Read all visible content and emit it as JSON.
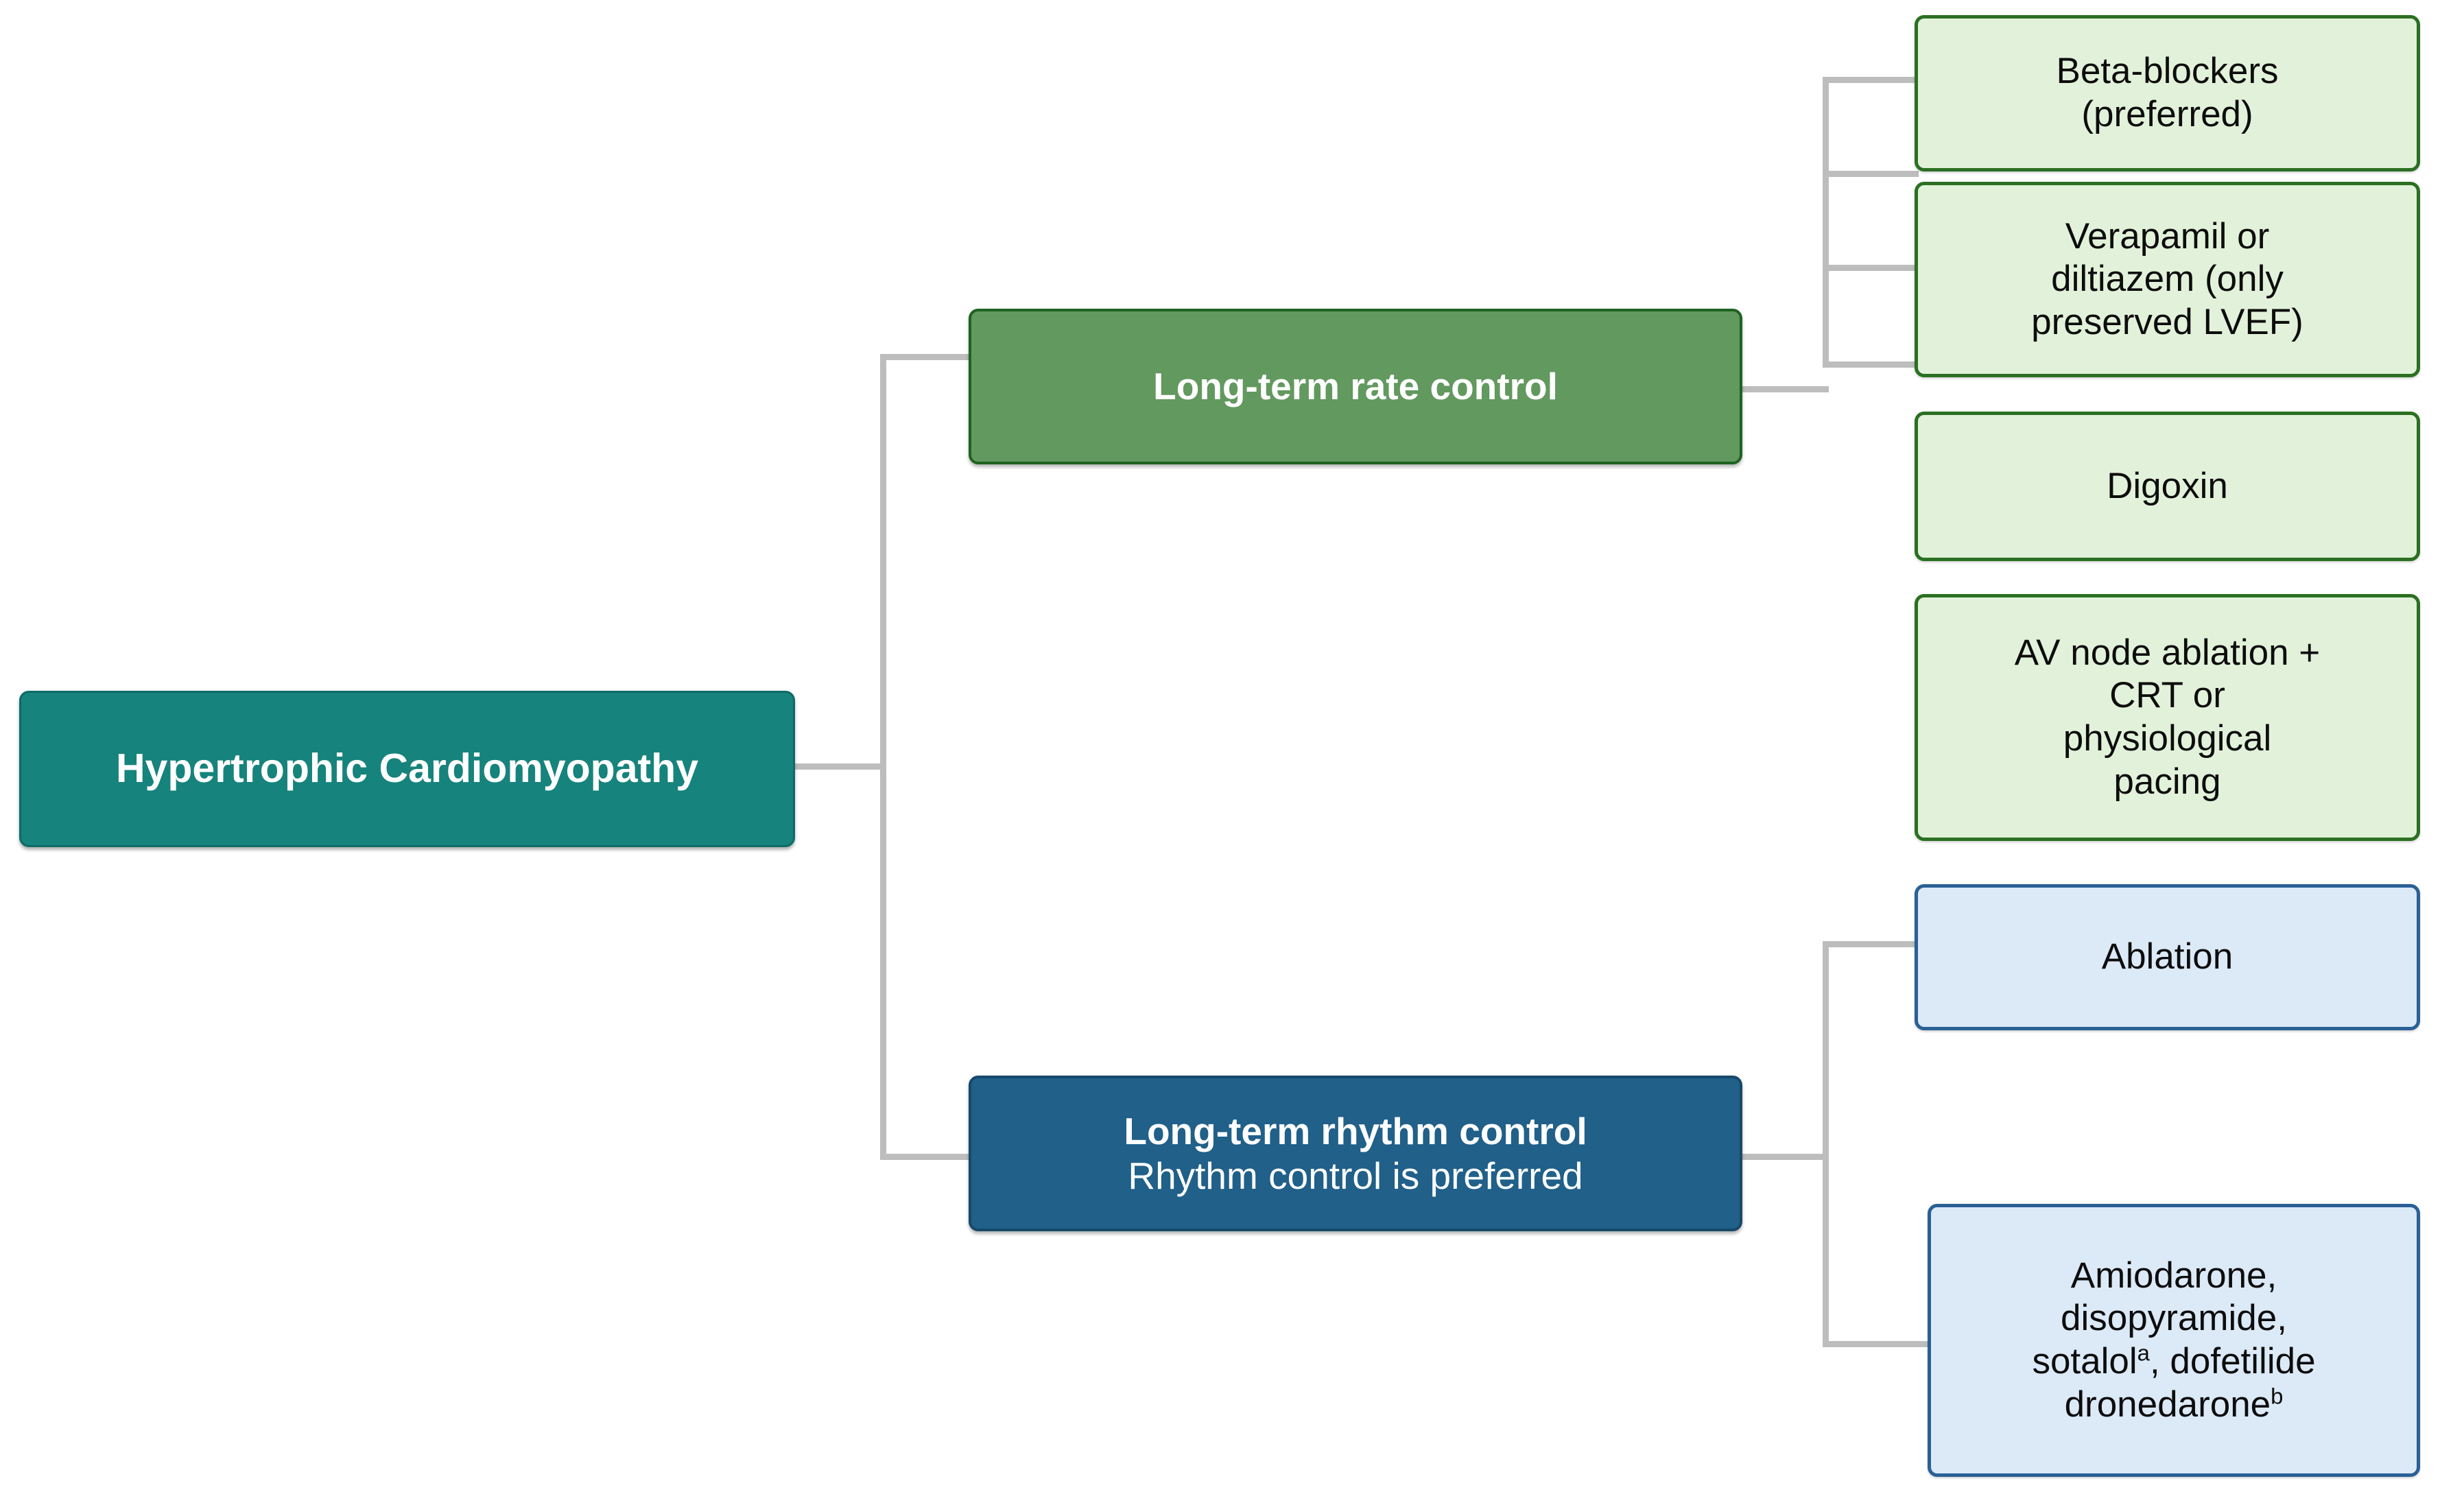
{
  "diagram": {
    "title": "Hypertrophic Cardiomyopathy atrial fibrillation management flowchart",
    "type": "tree-flowchart",
    "colors": {
      "root_fill": "#16837c",
      "root_border": "#0e6b65",
      "branch_green_fill": "#62995f",
      "branch_green_border": "#1f6321",
      "branch_blue_fill": "#206089",
      "branch_blue_border": "#17496b",
      "leaf_green_fill": "#e2f2da",
      "leaf_green_border": "#2b7022",
      "leaf_blue_fill": "#dce9f7",
      "leaf_blue_border": "#2a6096",
      "connector": "#bdbdbd",
      "background": "#ffffff"
    },
    "root": {
      "label": "Hypertrophic Cardiomyopathy"
    },
    "branches": [
      {
        "id": "rate-control",
        "label": "Long-term rate control",
        "sublabel": "",
        "style": "green",
        "children": [
          {
            "id": "beta-blockers",
            "label": "Beta-blockers\n(preferred)"
          },
          {
            "id": "verapamil-diltiazem",
            "label": "Verapamil or\ndiltiazem (only\npreserved LVEF)"
          },
          {
            "id": "digoxin",
            "label": "Digoxin"
          },
          {
            "id": "av-node-ablation",
            "label": "AV node ablation +\nCRT or\nphysiological\npacing"
          }
        ]
      },
      {
        "id": "rhythm-control",
        "label": "Long-term rhythm control",
        "sublabel": "Rhythm control is preferred",
        "style": "blue",
        "children": [
          {
            "id": "ablation",
            "label": "Ablation"
          },
          {
            "id": "antiarrhythmic-drugs",
            "label": "Amiodarone,\ndisopyramide,\nsotalol|a|, dofetilide\ndronedarone|b|"
          }
        ]
      }
    ],
    "footnote_markers": [
      "a",
      "b"
    ]
  }
}
